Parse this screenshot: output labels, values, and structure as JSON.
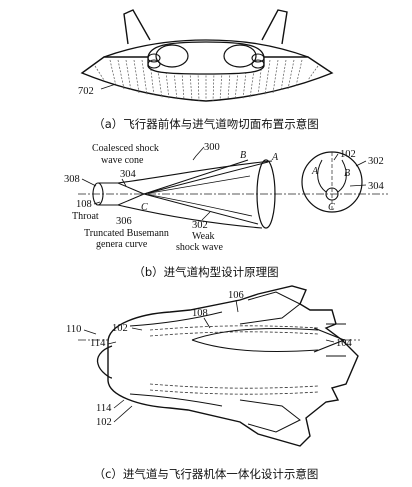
{
  "panel_a": {
    "caption": "（a）飞行器前体与进气道吻切面布置示意图",
    "ref_702": "702"
  },
  "panel_b": {
    "caption": "（b）进气道构型设计原理图",
    "coalesced_line1": "Coalesced shock",
    "coalesced_line2": "wave cone",
    "ref_300": "300",
    "ref_308": "308",
    "ref_304": "304",
    "ref_108": "108",
    "throat": "Throat",
    "point_c": "C",
    "point_b": "B",
    "point_a": "A",
    "ref_306": "306",
    "truncated_line1": "Truncated Busemann",
    "truncated_line2": "genera curve",
    "ref_302": "302",
    "weak_line1": "Weak",
    "weak_line2": "shock wave",
    "circle_ref_102": "102",
    "circle_ref_302": "302",
    "circle_ref_304": "304",
    "circle_a": "A",
    "circle_b": "B",
    "circle_c": "C"
  },
  "panel_c": {
    "caption": "（c）进气道与飞行器机体一体化设计示意图",
    "ref_106": "106",
    "ref_108": "108",
    "ref_110": "110",
    "ref_102_top": "102",
    "ref_114_top": "114",
    "ref_104": "104",
    "ref_114_bottom": "114",
    "ref_102_bottom": "102"
  }
}
